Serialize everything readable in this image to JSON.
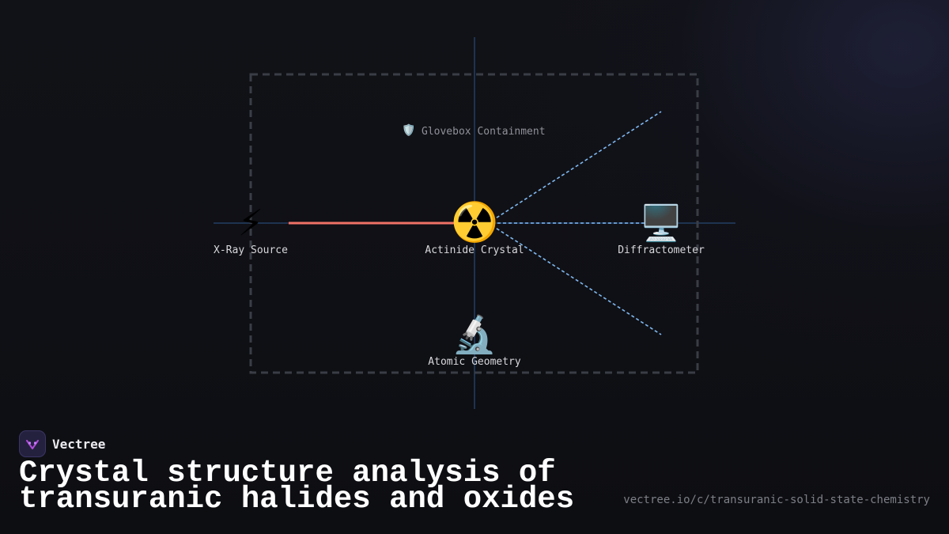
{
  "brand": {
    "name": "Vectree",
    "accent": "#b04ad8"
  },
  "headline": "Crystal structure analysis of transuranic halides and oxides",
  "url": "vectree.io/c/transuranic-solid-state-chemistry",
  "diagram": {
    "container": {
      "icon": "shield-icon",
      "emoji": "🛡️",
      "label": "Glovebox Containment"
    },
    "nodes": [
      {
        "id": "xray",
        "icon": "lightning-icon",
        "emoji": "⚡",
        "label": "X-Ray Source"
      },
      {
        "id": "crystal",
        "icon": "radioactive-icon",
        "emoji": "☢️",
        "label": "Actinide Crystal"
      },
      {
        "id": "detector",
        "icon": "desktop-computer-icon",
        "emoji": "🖥️",
        "label": "Diffractometer"
      },
      {
        "id": "geometry",
        "icon": "microscope-icon",
        "emoji": "🔬",
        "label": "Atomic Geometry"
      }
    ],
    "colors": {
      "beam": "#f07167",
      "diffraction": "#7fb8f0",
      "axis": "#1e3350",
      "container_border": "#3a3d45"
    }
  }
}
